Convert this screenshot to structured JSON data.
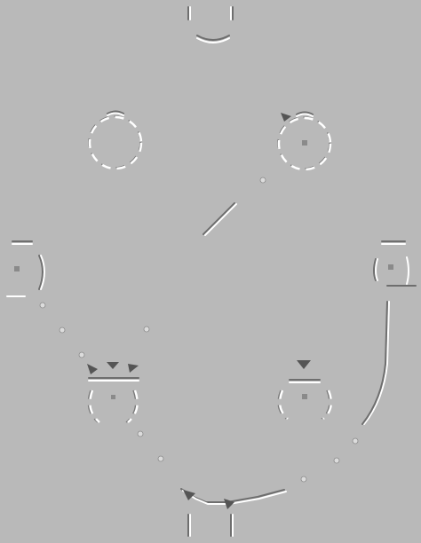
{
  "diagram": {
    "background": "#b9b9b9",
    "stroke_light": "#ffffff",
    "stroke_dark": "#6e6e6e",
    "nodes": [
      {
        "id": "top",
        "icon": "node-glyph"
      },
      {
        "id": "upper-left",
        "icon": "node-glyph"
      },
      {
        "id": "upper-right",
        "icon": "node-glyph"
      },
      {
        "id": "mid-left",
        "icon": "node-glyph"
      },
      {
        "id": "mid-right",
        "icon": "node-glyph"
      },
      {
        "id": "lower-left",
        "icon": "node-glyph"
      },
      {
        "id": "lower-right",
        "icon": "node-glyph"
      },
      {
        "id": "bottom",
        "icon": "node-glyph"
      }
    ]
  }
}
